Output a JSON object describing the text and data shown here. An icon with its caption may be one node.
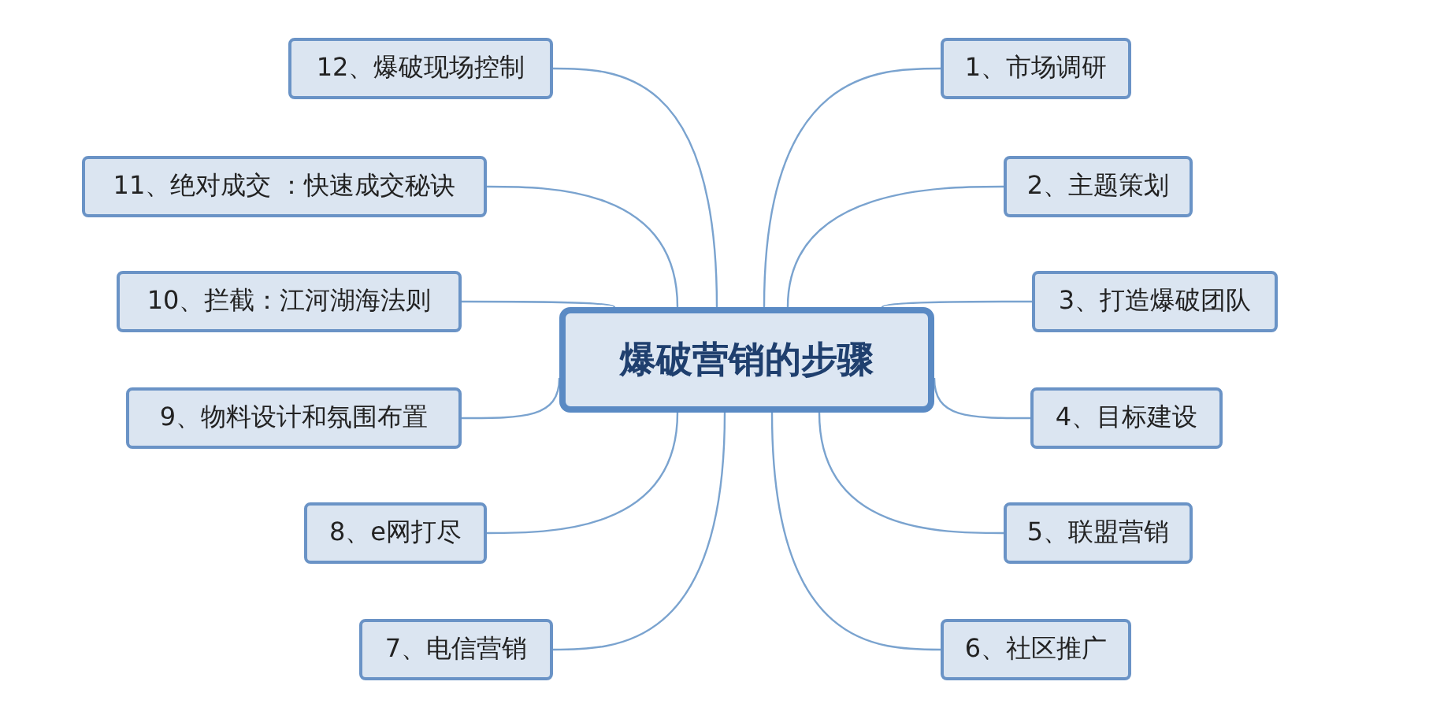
{
  "diagram": {
    "nodes": [
      {
        "text": [
          "爆破营销的步骤"
        ]
      },
      {
        "text": [
          "1、市场调研"
        ]
      },
      {
        "text": [
          "2、主题策划"
        ]
      },
      {
        "text": [
          "3、打造爆破团队"
        ]
      },
      {
        "text": [
          "4、目标建设"
        ]
      },
      {
        "text": [
          "5、联盟营销"
        ]
      },
      {
        "text": [
          "6、社区推广"
        ]
      },
      {
        "text": [
          "7、电信营销"
        ]
      },
      {
        "text": [
          "8、e网打尽"
        ]
      },
      {
        "text": [
          "9、物料设计和氛围布置"
        ]
      },
      {
        "text": [
          "10、拦截：江河湖海法则"
        ]
      },
      {
        "text": [
          "11、绝对成交 ：快速成交秘诀"
        ]
      },
      {
        "text": [
          "12、爆破现场控制"
        ]
      }
    ],
    "edges": [
      {
        "from": 0,
        "to": 1,
        "arrow": "none"
      },
      {
        "from": 0,
        "to": 2,
        "arrow": "none"
      },
      {
        "from": 0,
        "to": 3,
        "arrow": "none"
      },
      {
        "from": 0,
        "to": 4,
        "arrow": "none"
      },
      {
        "from": 0,
        "to": 5,
        "arrow": "none"
      },
      {
        "from": 0,
        "to": 6,
        "arrow": "none"
      },
      {
        "from": 0,
        "to": 7,
        "arrow": "none"
      },
      {
        "from": 0,
        "to": 8,
        "arrow": "none"
      },
      {
        "from": 0,
        "to": 9,
        "arrow": "none"
      },
      {
        "from": 0,
        "to": 10,
        "arrow": "none"
      },
      {
        "from": 0,
        "to": 11,
        "arrow": "none"
      },
      {
        "from": 0,
        "to": 12,
        "arrow": "none"
      }
    ]
  }
}
